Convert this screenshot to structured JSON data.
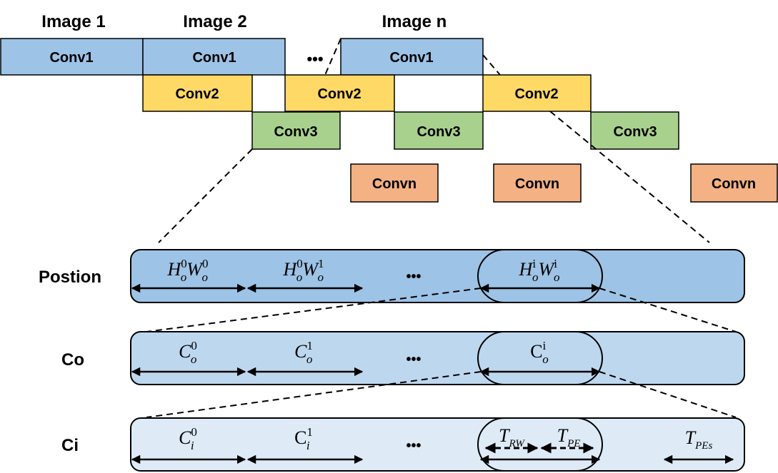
{
  "images": {
    "image1": "Image 1",
    "image2": "Image 2",
    "imagen": "Image n"
  },
  "pipeline": {
    "conv1": "Conv1",
    "conv2": "Conv2",
    "conv3": "Conv3",
    "convn": "Convn",
    "ellipsis": "•••"
  },
  "rows": {
    "position": {
      "label": "Postion",
      "seg0": {
        "a": "H",
        "asup": "0",
        "asub": "o",
        "b": "W",
        "bsup": "0",
        "bsub": "o"
      },
      "seg1": {
        "a": "H",
        "asup": "0",
        "asub": "o",
        "b": "W",
        "bsup": "1",
        "bsub": "o"
      },
      "segi": {
        "a": "H",
        "asup": "i",
        "asub": "o",
        "b": "W",
        "bsup": "i",
        "bsub": "o"
      },
      "ellipsis": "•••"
    },
    "co": {
      "label": "Co",
      "seg0": {
        "a": "C",
        "asup": "0",
        "asub": "o"
      },
      "seg1": {
        "a": "C",
        "asup": "1",
        "asub": "o"
      },
      "segi": {
        "a": "C",
        "asup": "i",
        "asub": "o"
      },
      "ellipsis": "•••"
    },
    "ci": {
      "label": "Ci",
      "seg0": {
        "a": "C",
        "asup": "0",
        "asub": "i"
      },
      "seg1": {
        "a": "C",
        "asup": "1",
        "asub": "i"
      },
      "trw": {
        "a": "T",
        "asub": "RW"
      },
      "tpe": {
        "a": "T",
        "asub": "PE"
      },
      "tpes": {
        "a": "T",
        "asub": "PEs"
      },
      "ellipsis": "•••"
    }
  },
  "colors": {
    "conv1": "#9dc3e6",
    "conv2": "#ffd966",
    "conv3": "#a9d18e",
    "convn": "#f4b183",
    "position_bar": "#9dc3e6",
    "co_bar": "#bdd7ee",
    "ci_bar": "#deebf7"
  }
}
